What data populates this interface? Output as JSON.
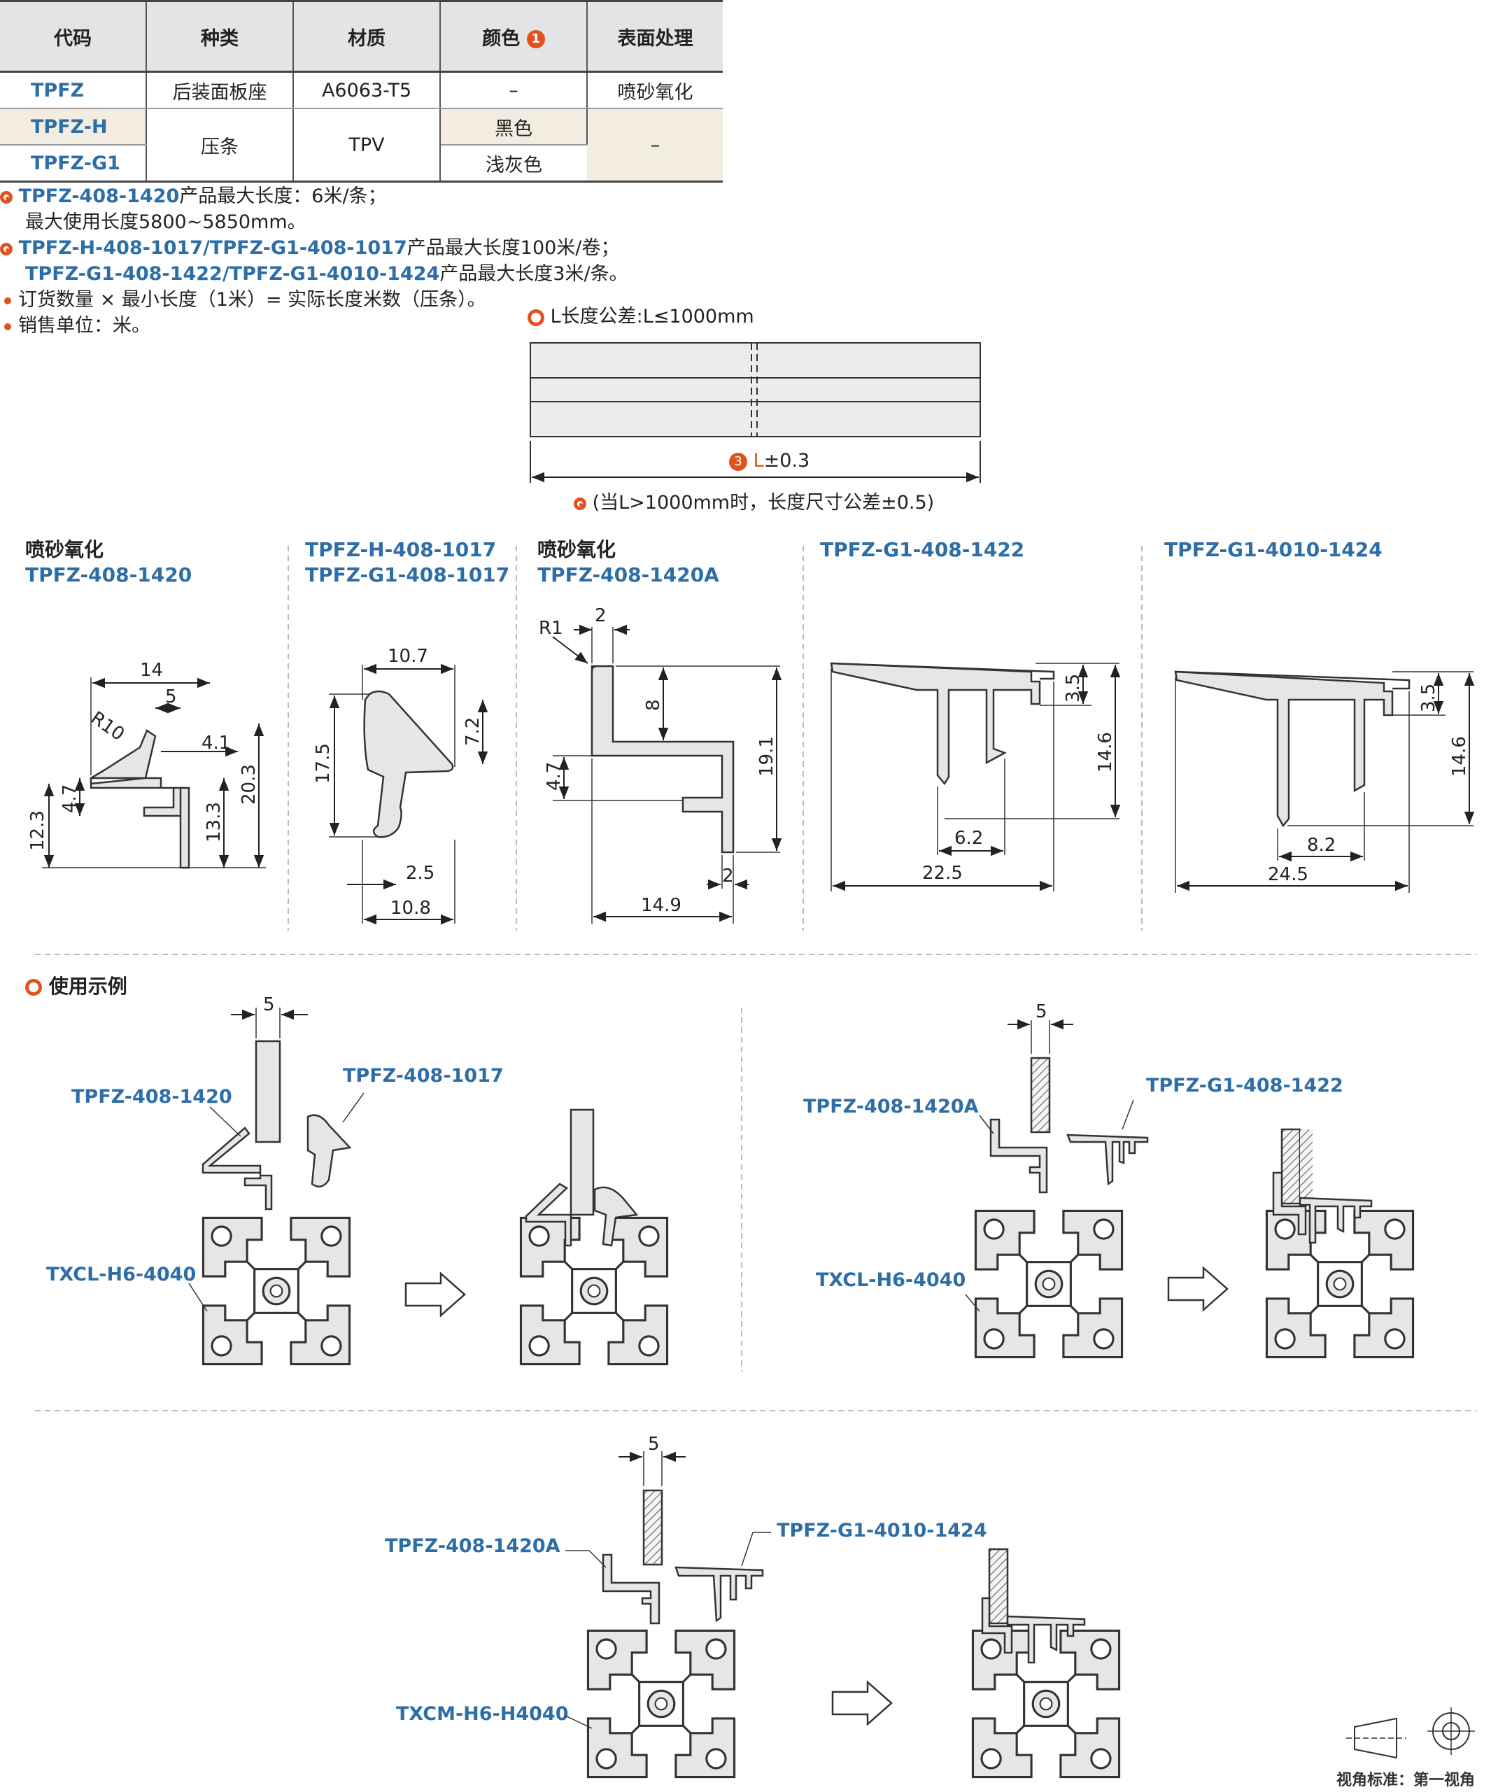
{
  "table": {
    "headers": [
      "代码",
      "种类",
      "材质",
      "颜色",
      "表面处理"
    ],
    "color_badge": "1",
    "rows": [
      {
        "code": "TPFZ",
        "type": "后装面板座",
        "material": "A6063-T5",
        "color": "–",
        "surface": "喷砂氧化"
      },
      {
        "code": "TPFZ-H",
        "type": "压条",
        "material": "TPV",
        "color": "黑色",
        "surface": "–"
      },
      {
        "code": "TPFZ-G1",
        "color": "浅灰色"
      }
    ]
  },
  "notes": {
    "n1_code": "TPFZ-408-1420",
    "n1_text": "产品最大长度：6米/条；",
    "n1_line2": "最大使用长度5800~5850mm。",
    "n2_code": "TPFZ-H-408-1017/TPFZ-G1-408-1017",
    "n2_text": "产品最大长度100米/卷；",
    "n3_code": "TPFZ-G1-408-1422/TPFZ-G1-4010-1424",
    "n3_text": "产品最大长度3米/条。",
    "b1": "订货数量 × 最小长度（1米）= 实际长度米数（压条）。",
    "b2": "销售单位：米。"
  },
  "length": {
    "heading": "L长度公差:L≤1000mm",
    "badge": "3",
    "dim_L": "L",
    "dim_tol": "±0.3",
    "note": "(当L>1000mm时，长度尺寸公差±0.5)"
  },
  "profiles": [
    {
      "finish": "喷砂氧化",
      "code": "TPFZ-408-1420",
      "dims": {
        "w": "14",
        "a": "5",
        "r": "R10",
        "b": "4.1",
        "h": "20.3",
        "c": "13.3",
        "d": "4.7",
        "e": "12.3"
      }
    },
    {
      "code1": "TPFZ-H-408-1017",
      "code2": "TPFZ-G1-408-1017",
      "dims": {
        "w": "10.7",
        "h": "17.5",
        "a": "7.2",
        "b": "2.5",
        "c": "10.8"
      }
    },
    {
      "finish": "喷砂氧化",
      "code": "TPFZ-408-1420A",
      "dims": {
        "r": "R1",
        "a": "2",
        "b": "8",
        "h": "19.1",
        "c": "4.7",
        "d": "2",
        "w": "14.9"
      }
    },
    {
      "code": "TPFZ-G1-408-1422",
      "dims": {
        "a": "3.5",
        "h": "14.6",
        "b": "6.2",
        "w": "22.5"
      }
    },
    {
      "code": "TPFZ-G1-4010-1424",
      "dims": {
        "a": "3.5",
        "h": "14.6",
        "b": "8.2",
        "w": "24.5"
      }
    }
  ],
  "usage": {
    "heading": "使用示例",
    "ex1": {
      "dim": "5",
      "left": "TPFZ-408-1420",
      "right": "TPFZ-408-1017",
      "base": "TXCL-H6-4040"
    },
    "ex2": {
      "dim": "5",
      "left": "TPFZ-408-1420A",
      "right": "TPFZ-G1-408-1422",
      "base": "TXCL-H6-4040"
    },
    "ex3": {
      "dim": "5",
      "left": "TPFZ-408-1420A",
      "right": "TPFZ-G1-4010-1424",
      "base": "TXCM-H6-H4040"
    }
  },
  "projection": "视角标准：第一视角",
  "colors": {
    "accent": "#e0531d",
    "code_blue": "#2e6ea6",
    "part_fill": "#e6e6e6"
  }
}
